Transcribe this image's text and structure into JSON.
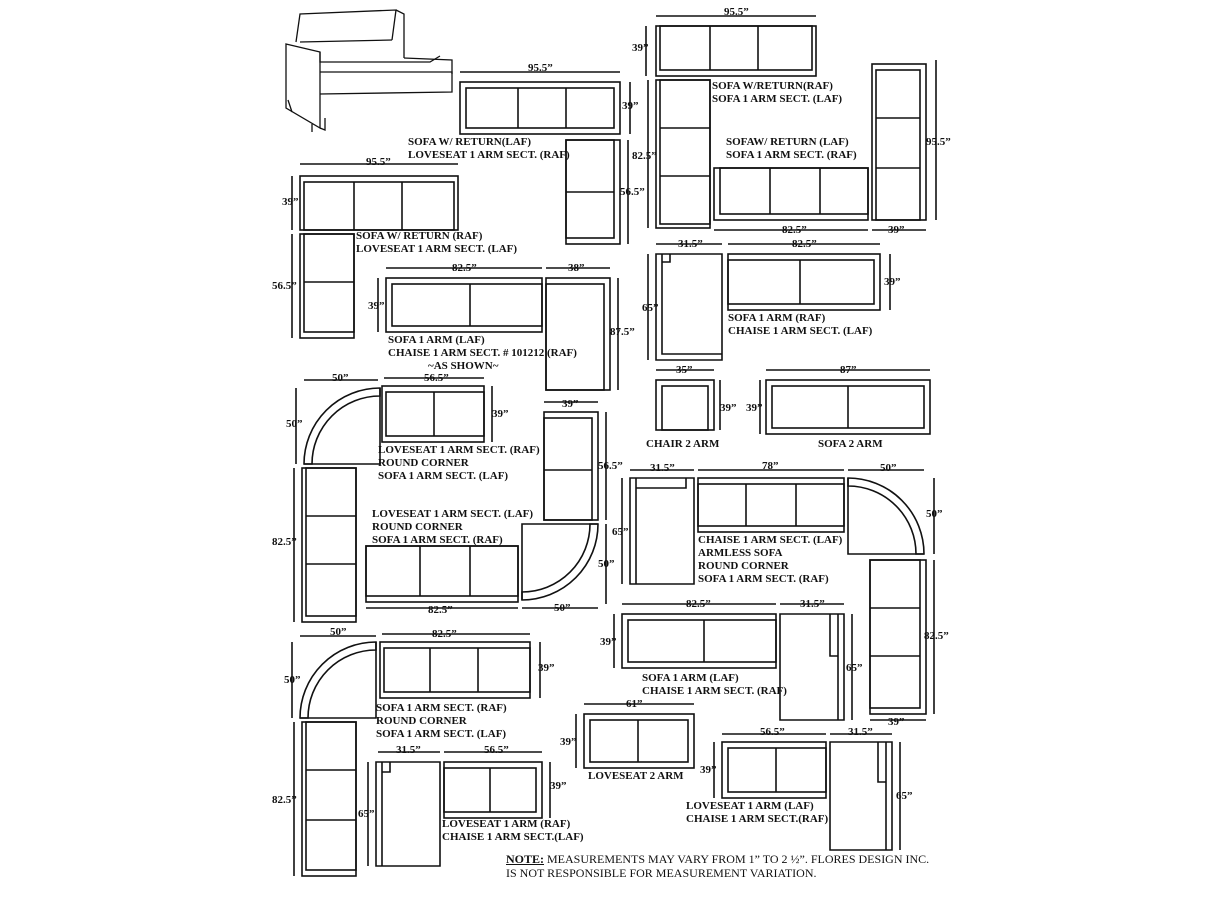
{
  "colors": {
    "ink": "#111111",
    "paper": "#ffffff"
  },
  "units": "inches",
  "configurations": {
    "c1": [
      "SOFA W/ RETURN(LAF)",
      "LOVESEAT 1 ARM SECT. (RAF)"
    ],
    "c2": [
      "SOFA W/RETURN(RAF)",
      "SOFA 1 ARM SECT. (LAF)"
    ],
    "c3": [
      "SOFAW/ RETURN (LAF)",
      "SOFA 1 ARM SECT. (RAF)"
    ],
    "c4": [
      "SOFA W/ RETURN (RAF)",
      "LOVESEAT 1 ARM SECT. (LAF)"
    ],
    "c5": [
      "SOFA 1 ARM (LAF)",
      "CHAISE 1 ARM SECT. # 101212 (RAF)",
      "~AS SHOWN~"
    ],
    "c6": [
      "SOFA 1 ARM (RAF)",
      "CHAISE 1 ARM SECT. (LAF)"
    ],
    "c7": [
      "LOVESEAT 1 ARM SECT. (RAF)",
      "ROUND CORNER",
      "SOFA 1 ARM SECT. (LAF)"
    ],
    "c8": [
      "CHAIR 2 ARM"
    ],
    "c9": [
      "SOFA 2 ARM"
    ],
    "c10": [
      "LOVESEAT 1 ARM SECT. (LAF)",
      "ROUND CORNER",
      "SOFA 1 ARM SECT. (RAF)"
    ],
    "c11": [
      "CHAISE 1 ARM SECT. (LAF)",
      "ARMLESS SOFA",
      "ROUND CORNER",
      "SOFA 1 ARM SECT. (RAF)"
    ],
    "c12": [
      "SOFA 1 ARM (LAF)",
      "CHAISE 1 ARM SECT. (RAF)"
    ],
    "c13": [
      "SOFA 1 ARM SECT. (RAF)",
      "ROUND CORNER",
      "SOFA 1 ARM SECT. (LAF)"
    ],
    "c14": [
      "LOVESEAT 2 ARM"
    ],
    "c15": [
      "LOVESEAT 1 ARM (RAF)",
      "CHAISE 1 ARM SECT.(LAF)"
    ],
    "c16": [
      "LOVESEAT 1 ARM (LAF)",
      "CHAISE 1 ARM SECT.(RAF)"
    ]
  },
  "dims": {
    "d1": "95.5”",
    "d2": "39”",
    "d3": "56.5”",
    "d4": "95.5”",
    "d5": "39”",
    "d6": "82.5”",
    "d7": "95.5”",
    "d8": "82.5”",
    "d9": "39”",
    "d10": "95.5”",
    "d11": "39”",
    "d12": "56.5”",
    "d13": "82.5”",
    "d14": "38”",
    "d15": "39”",
    "d16": "87.5”",
    "d17": "31.5”",
    "d18": "82.5”",
    "d19": "65”",
    "d20": "39”",
    "d21": "50”",
    "d22": "56.5”",
    "d23": "50”",
    "d24": "39”",
    "d25": "82.5”",
    "d26": "35”",
    "d27": "39”",
    "d28": "87”",
    "d29": "39”",
    "d30": "39”",
    "d31": "56.5”",
    "d32": "50”",
    "d33": "50”",
    "d34": "82.5”",
    "d35": "31.5”",
    "d36": "78”",
    "d37": "50”",
    "d38": "65”",
    "d39": "50”",
    "d40": "82.5”",
    "d41": "39”",
    "d42": "82.5”",
    "d43": "39”",
    "d44": "31.5”",
    "d45": "65”",
    "d46": "50”",
    "d47": "82.5”",
    "d48": "50”",
    "d49": "39”",
    "d50": "82.5”",
    "d51": "61”",
    "d52": "39”",
    "d53": "31.5”",
    "d54": "56.5”",
    "d55": "65”",
    "d56": "39”",
    "d57": "56.5”",
    "d58": "31.5”",
    "d59": "39”",
    "d60": "65”"
  },
  "note": {
    "heading": "NOTE:",
    "line1": "MEASUREMENTS MAY VARY FROM 1” TO 2 ½”. FLORES DESIGN INC.",
    "line2": "IS NOT RESPONSIBLE FOR MEASUREMENT VARIATION."
  }
}
